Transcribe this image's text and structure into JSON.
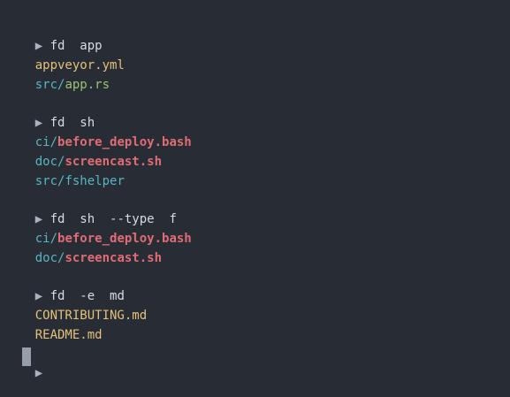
{
  "prompt_symbol": "▶",
  "blocks": [
    {
      "command": "fd  app",
      "results": [
        {
          "dir": "",
          "file": "appveyor.yml",
          "style": "yellow"
        },
        {
          "dir": "src/",
          "file": "app.rs",
          "style": "green"
        }
      ]
    },
    {
      "command": "fd  sh",
      "results": [
        {
          "dir": "ci/",
          "file": "before_deploy.bash",
          "style": "red"
        },
        {
          "dir": "doc/",
          "file": "screencast.sh",
          "style": "red"
        },
        {
          "dir": "src/",
          "file": "fshelper",
          "style": "dir"
        }
      ]
    },
    {
      "command": "fd  sh  --type  f",
      "results": [
        {
          "dir": "ci/",
          "file": "before_deploy.bash",
          "style": "red"
        },
        {
          "dir": "doc/",
          "file": "screencast.sh",
          "style": "red"
        }
      ]
    },
    {
      "command": "fd  -e  md",
      "results": [
        {
          "dir": "",
          "file": "CONTRIBUTING.md",
          "style": "yellow"
        },
        {
          "dir": "",
          "file": "README.md",
          "style": "yellow"
        }
      ]
    }
  ]
}
